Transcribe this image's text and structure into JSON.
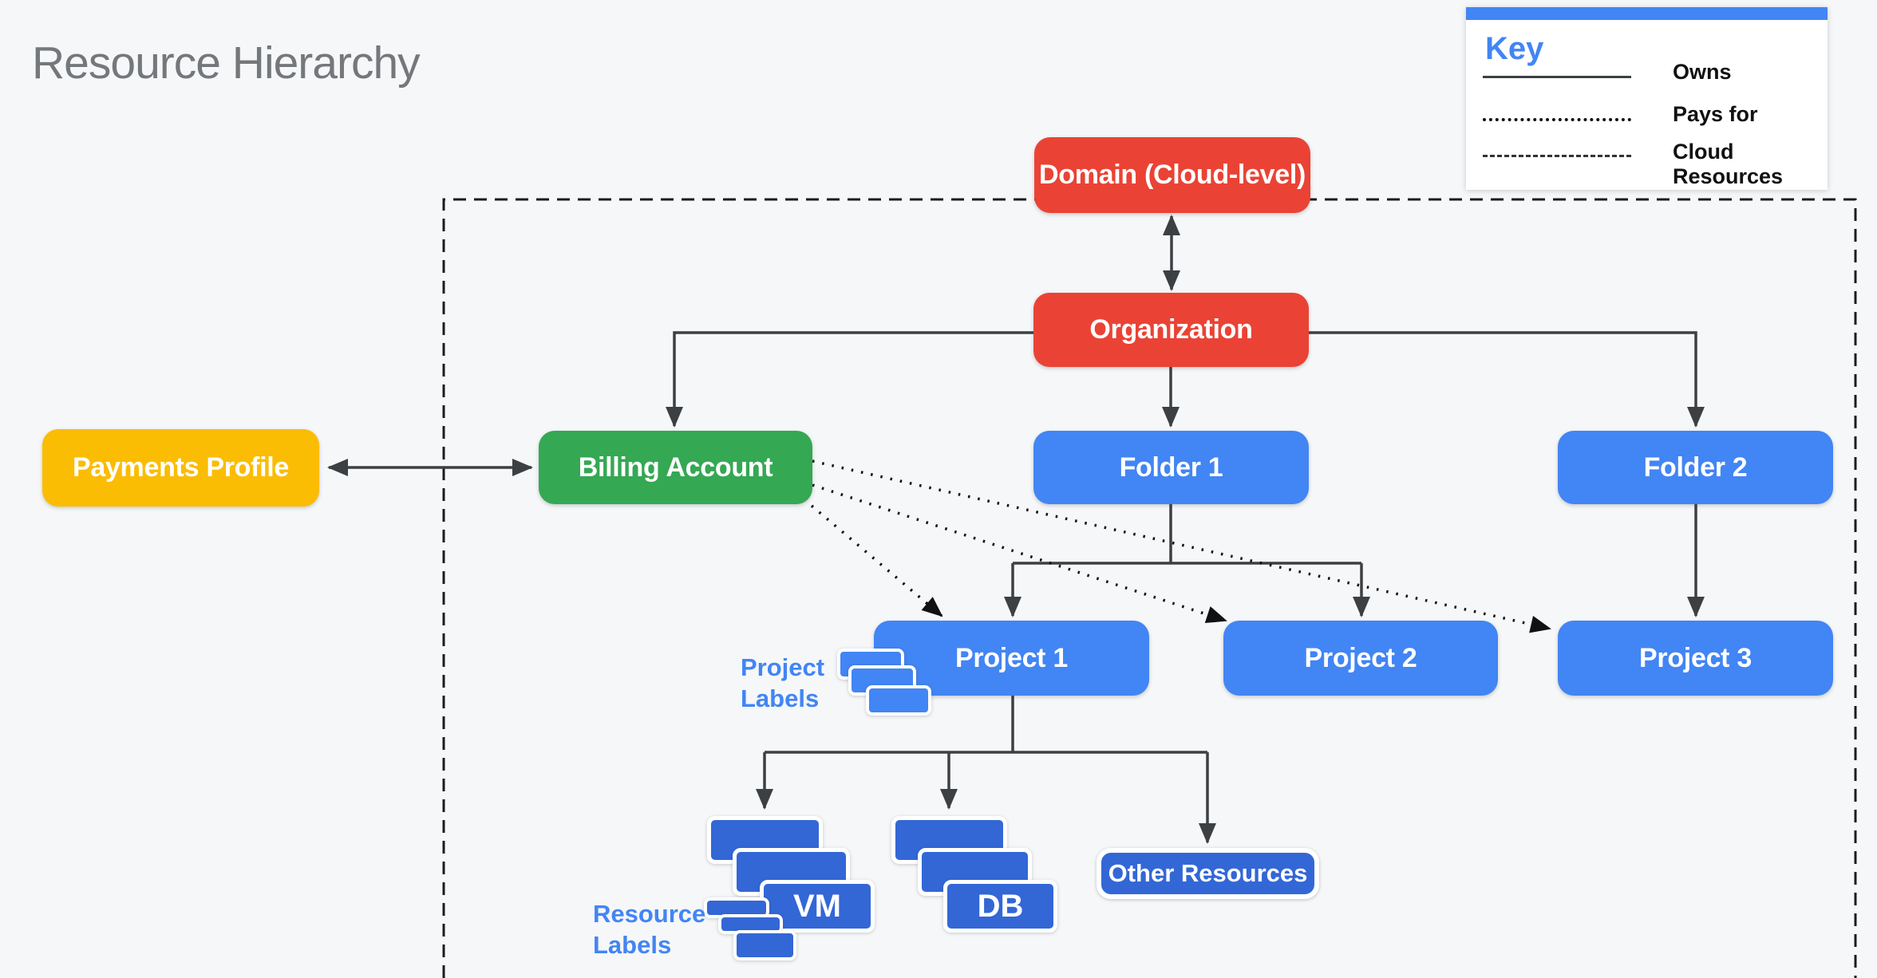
{
  "title": "Resource Hierarchy",
  "key": {
    "heading": "Key",
    "items": [
      {
        "line_style": "solid",
        "label": "Owns"
      },
      {
        "line_style": "dotted",
        "label": "Pays for"
      },
      {
        "line_style": "dashed",
        "label": "Cloud Resources"
      }
    ]
  },
  "nodes": {
    "domain": {
      "label": "Domain (Cloud-level)",
      "color": "#EA4335"
    },
    "organization": {
      "label": "Organization",
      "color": "#EA4335"
    },
    "payments_profile": {
      "label": "Payments Profile",
      "color": "#FBBC04"
    },
    "billing_account": {
      "label": "Billing Account",
      "color": "#34A853"
    },
    "folder1": {
      "label": "Folder 1",
      "color": "#4285F4"
    },
    "folder2": {
      "label": "Folder 2",
      "color": "#4285F4"
    },
    "project1": {
      "label": "Project 1",
      "color": "#4285F4"
    },
    "project2": {
      "label": "Project 2",
      "color": "#4285F4"
    },
    "project3": {
      "label": "Project 3",
      "color": "#4285F4"
    },
    "vm": {
      "label": "VM",
      "color": "#3367D6"
    },
    "db": {
      "label": "DB",
      "color": "#3367D6"
    },
    "other_resources": {
      "label": "Other Resources",
      "color": "#3367D6"
    }
  },
  "annotations": {
    "project_labels": "Project Labels",
    "resource_labels": "Resource Labels"
  },
  "colors": {
    "background": "#F6F7F9",
    "red": "#EA4335",
    "yellow": "#FBBC04",
    "green": "#34A853",
    "blue": "#4285F4",
    "dark_blue": "#3367D6",
    "connector": "#3C4043",
    "dotted_line": "#111111",
    "dashed_border": "#1C1C1C",
    "title_gray": "#75787B",
    "key_accent": "#4285F4",
    "key_text": "#111111"
  }
}
